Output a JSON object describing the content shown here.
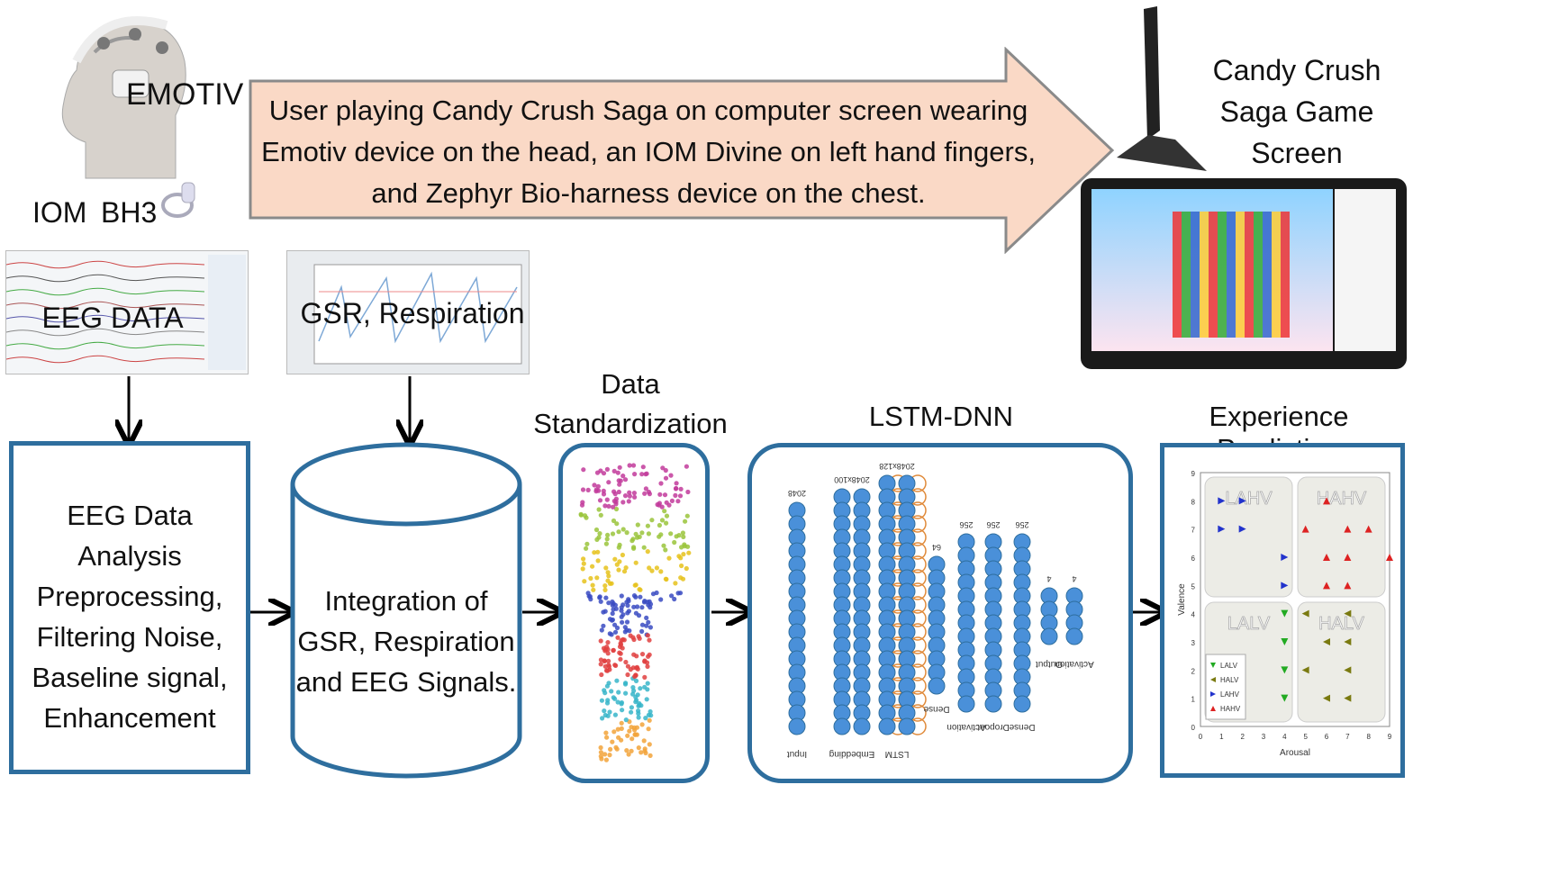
{
  "top": {
    "emotiv_label": "EMOTIV",
    "iom_label": "IOM",
    "bh3_label": "BH3",
    "arrow_text": [
      "User playing Candy Crush Saga on computer screen wearing",
      "Emotiv device on the head, an IOM Divine on left hand fingers,",
      "and Zephyr Bio-harness device on the chest."
    ],
    "game_title": [
      "Candy Crush",
      "Saga Game",
      "Screen"
    ]
  },
  "thumbs": {
    "eeg": "EEG DATA",
    "gsr": "GSR, Respiration"
  },
  "boxes": {
    "eeg_analysis": [
      "EEG Data",
      "Analysis",
      "Preprocessing,",
      "Filtering Noise,",
      "Baseline signal,",
      "Enhancement"
    ],
    "integration": [
      "Integration of",
      "GSR, Respiration",
      "and EEG Signals."
    ],
    "standardization_title": [
      "Data",
      "Standardization"
    ],
    "lstm_title": "LSTM-DNN",
    "prediction_title": "Experience Prediction"
  },
  "nn_layers": [
    {
      "label": "Input",
      "top_label": "2048"
    },
    {
      "label": "Embedding",
      "top_label": "2048x100"
    },
    {
      "label": "LSTM",
      "top_label": "2048x128"
    },
    {
      "label": "Dense",
      "top_label": "64"
    },
    {
      "label": "Activation",
      "top_label": "256"
    },
    {
      "label": "Dropout",
      "top_label": "256"
    },
    {
      "label": "Dense",
      "top_label": "256"
    },
    {
      "label": "Output",
      "top_label": "4"
    },
    {
      "label": "Activation",
      "top_label": "4"
    }
  ],
  "prediction_chart": {
    "quadrants": [
      "LAHV",
      "HAHV",
      "LALV",
      "HALV"
    ],
    "ylabel": "Valence",
    "xlabel": "Arousal",
    "xticks": [
      "0",
      "1",
      "2",
      "3",
      "4",
      "5",
      "6",
      "7",
      "8",
      "9"
    ],
    "yticks": [
      "9",
      "8",
      "7",
      "6",
      "5",
      "4",
      "3",
      "2",
      "1",
      "0"
    ],
    "legend": [
      "LALV",
      "HALV",
      "LAHV",
      "HAHV"
    ],
    "colors": {
      "LALV": "#22aa22",
      "HALV": "#7a7a10",
      "LAHV": "#2233cc",
      "HAHV": "#dd2222"
    }
  }
}
